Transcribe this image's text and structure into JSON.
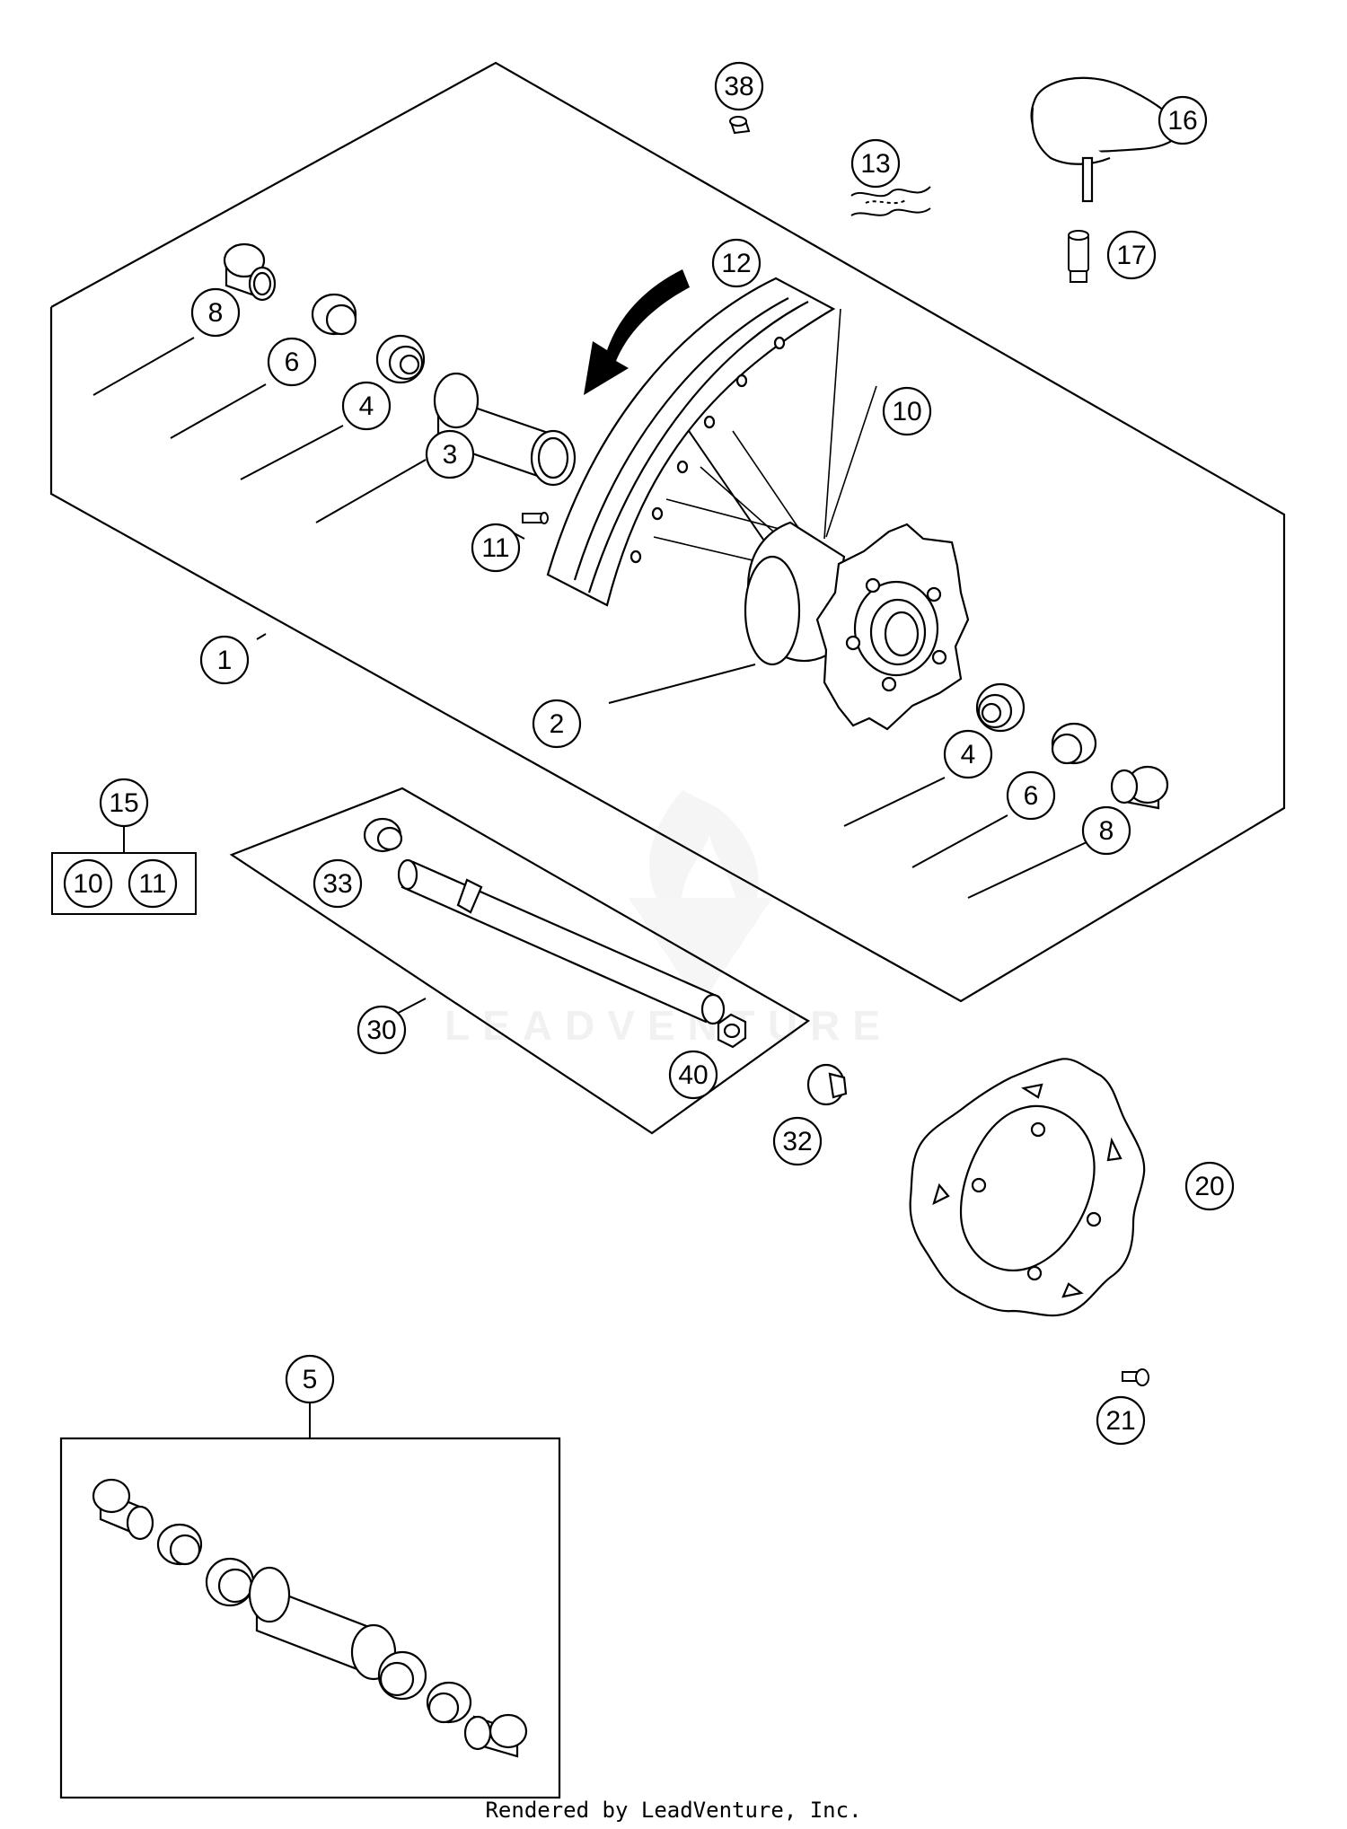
{
  "callouts": [
    {
      "id": "c38",
      "label": "38"
    },
    {
      "id": "c16",
      "label": "16"
    },
    {
      "id": "c13",
      "label": "13"
    },
    {
      "id": "c17",
      "label": "17"
    },
    {
      "id": "c12",
      "label": "12"
    },
    {
      "id": "c8a",
      "label": "8"
    },
    {
      "id": "c6a",
      "label": "6"
    },
    {
      "id": "c4a",
      "label": "4"
    },
    {
      "id": "c3",
      "label": "3"
    },
    {
      "id": "c10",
      "label": "10"
    },
    {
      "id": "c11",
      "label": "11"
    },
    {
      "id": "c1",
      "label": "1"
    },
    {
      "id": "c2",
      "label": "2"
    },
    {
      "id": "c4b",
      "label": "4"
    },
    {
      "id": "c6b",
      "label": "6"
    },
    {
      "id": "c8b",
      "label": "8"
    },
    {
      "id": "c15",
      "label": "15"
    },
    {
      "id": "c15a",
      "label": "10"
    },
    {
      "id": "c15b",
      "label": "11"
    },
    {
      "id": "c33",
      "label": "33"
    },
    {
      "id": "c30",
      "label": "30"
    },
    {
      "id": "c40",
      "label": "40"
    },
    {
      "id": "c32",
      "label": "32"
    },
    {
      "id": "c20",
      "label": "20"
    },
    {
      "id": "c21",
      "label": "21"
    },
    {
      "id": "c5",
      "label": "5"
    }
  ],
  "watermark": "LEADVENTURE",
  "footer": "Rendered by LeadVenture, Inc."
}
